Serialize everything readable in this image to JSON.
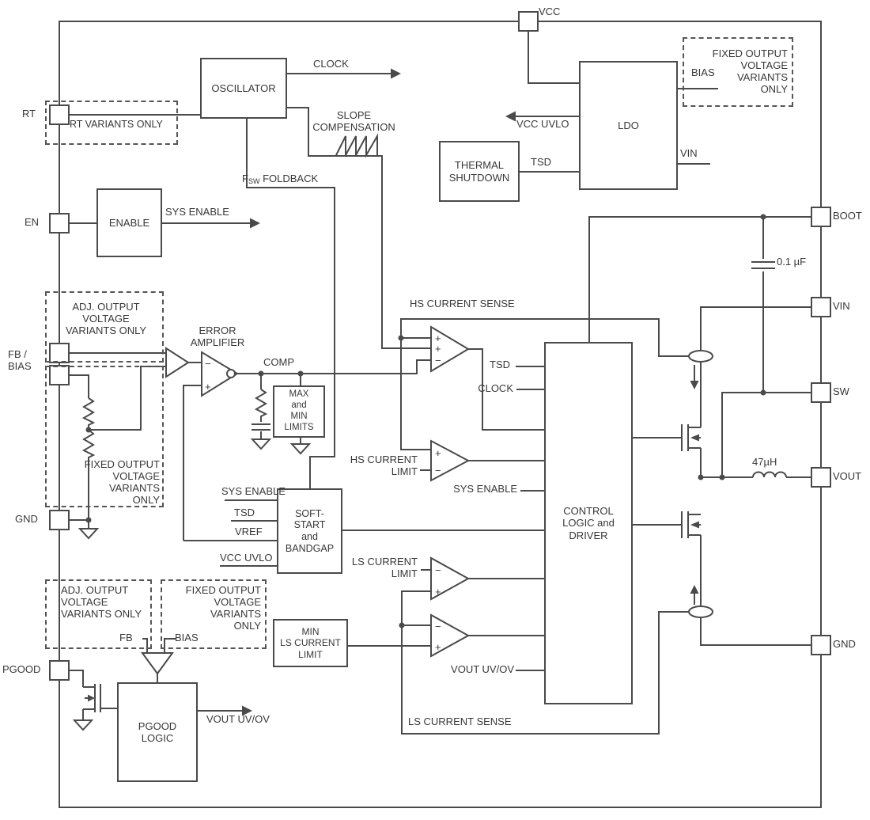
{
  "colors": {
    "line": "#4a4a4a",
    "text": "#383838",
    "background": "#ffffff"
  },
  "pins": {
    "vcc": "VCC",
    "rt": "RT",
    "en": "EN",
    "fb_bias": "FB /\nBIAS",
    "gnd_left": "GND",
    "pgood": "PGOOD",
    "boot": "BOOT",
    "vin": "VIN",
    "sw": "SW",
    "vout": "VOUT",
    "gnd_right": "GND"
  },
  "blocks": {
    "oscillator": "OSCILLATOR",
    "enable": "ENABLE",
    "thermal_shutdown": "THERMAL\nSHUTDOWN",
    "ldo": "LDO",
    "max_min_limits": "MAX\nand\nMIN\nLIMITS",
    "soft_start": "SOFT-\nSTART\nand\nBANDGAP",
    "control_logic": "CONTROL\nLOGIC and\nDRIVER",
    "min_ls_current_limit": "MIN\nLS CURRENT\nLIMIT",
    "pgood_logic": "PGOOD\nLOGIC",
    "error_amplifier": "ERROR\nAMPLIFIER"
  },
  "notes": {
    "rt_variants": "RT VARIANTS ONLY",
    "adj_output_top": "ADJ. OUTPUT\nVOLTAGE\nVARIANTS ONLY",
    "fixed_output_left": "FIXED OUTPUT\nVOLTAGE\nVARIANTS\nONLY",
    "fixed_output_top_right": "FIXED OUTPUT\nVOLTAGE\nVARIANTS\nONLY",
    "adj_output_bottom": "ADJ. OUTPUT\nVOLTAGE\nVARIANTS ONLY",
    "fixed_output_bottom": "FIXED OUTPUT\nVOLTAGE\nVARIANTS\nONLY"
  },
  "signals": {
    "clock": "CLOCK",
    "slope_compensation": "SLOPE\nCOMPENSATION",
    "fsw_foldback": {
      "base": "F",
      "sub": "SW",
      "rest": " FOLDBACK"
    },
    "sys_enable": "SYS ENABLE",
    "comp": "COMP",
    "hs_current_sense": "HS CURRENT SENSE",
    "tsd": "TSD",
    "hs_current_limit": "HS CURRENT\nLIMIT",
    "vref": "VREF",
    "vcc_uvlo": "VCC UVLO",
    "ls_current_limit": "LS CURRENT\nLIMIT",
    "vout_uv_ov": "VOUT UV/OV",
    "ls_current_sense": "LS CURRENT SENSE",
    "bias": "BIAS",
    "vin": "VIN",
    "fb": "FB"
  },
  "components": {
    "boot_capacitor": "0.1 µF",
    "output_inductor": "47µH"
  },
  "glyphs": {
    "plus": "+",
    "minus": "−"
  }
}
